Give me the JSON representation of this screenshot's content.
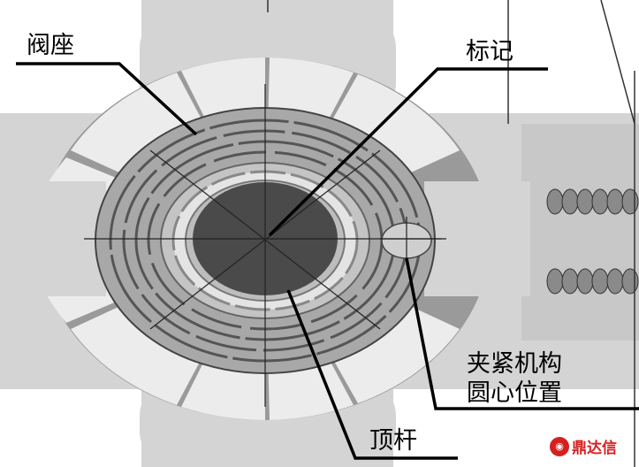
{
  "labels": {
    "valve_seat": "阀座",
    "mark": "标记",
    "clamp_line1": "夹紧机构",
    "clamp_line2": "圆心位置",
    "ejector_rod": "顶杆"
  },
  "logo": {
    "text": "鼎达信"
  },
  "colors": {
    "background": "#d4d4d4",
    "tile": "#ececec",
    "seat_ring": "#a8a8a8",
    "groove": "#555555",
    "center_disk": "#4a4a4a",
    "logo": "#d62020"
  }
}
